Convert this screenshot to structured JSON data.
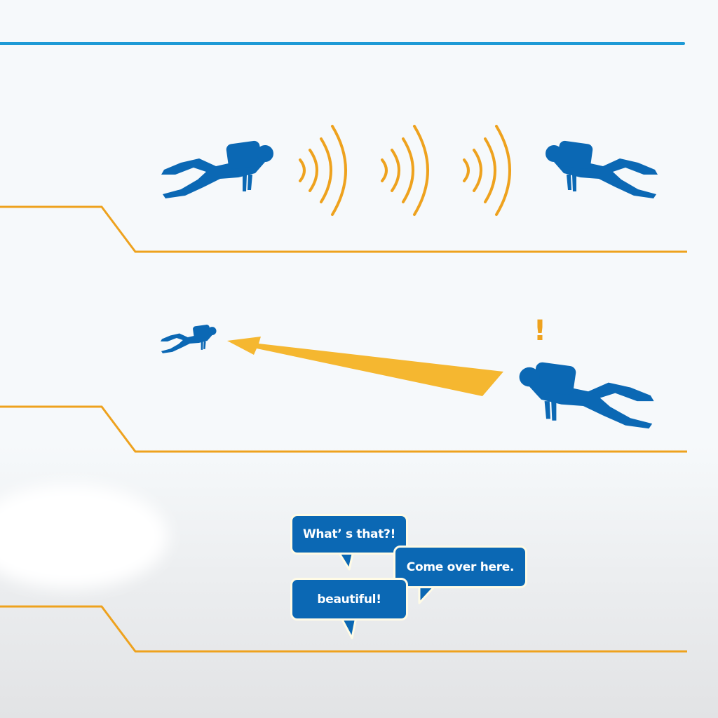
{
  "colors": {
    "accent_blue": "#1e9ad6",
    "diver_blue": "#0b68b4",
    "orange": "#eea21e",
    "yellow": "#f5b730"
  },
  "icons": [
    "diver-icon",
    "sound-wave-icon",
    "arrow-icon",
    "exclamation-icon",
    "speech-bubble-icon"
  ],
  "exclamation": "!",
  "bubbles": {
    "what": "What’ s that?!",
    "come": "Come over here.",
    "beautiful": "beautiful!"
  }
}
